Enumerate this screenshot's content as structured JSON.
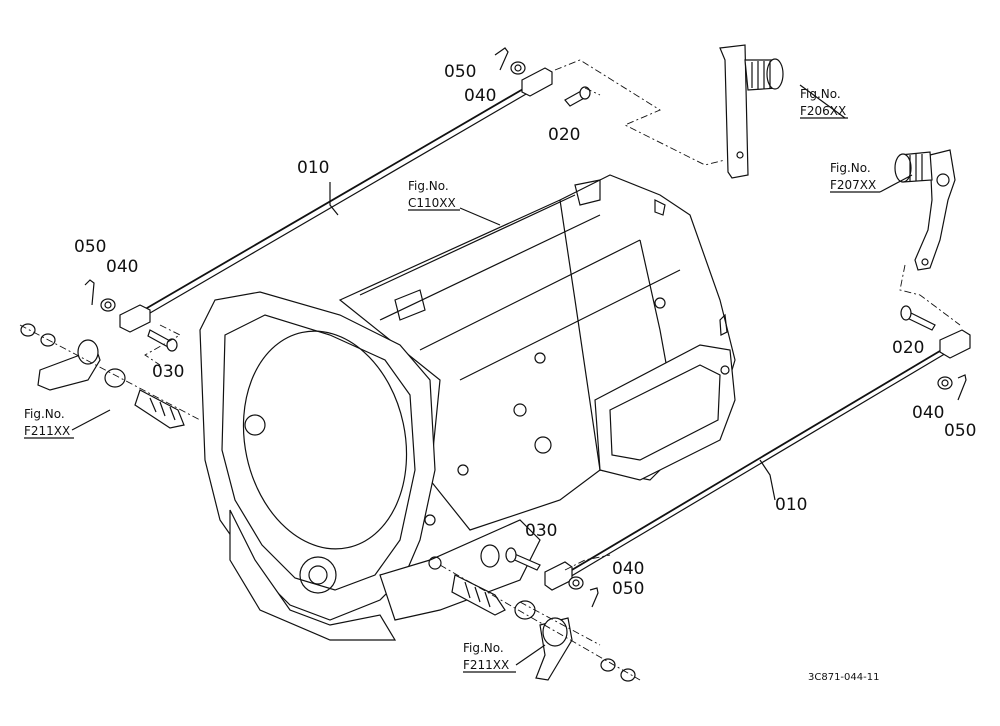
{
  "parts": {
    "p010_top": "010",
    "p010_right": "010",
    "p020_top": "020",
    "p020_right": "020",
    "p030_left": "030",
    "p030_bottom": "030",
    "p040_top": "040",
    "p040_left": "040",
    "p040_right": "040",
    "p040_bottom": "040",
    "p050_top": "050",
    "p050_left": "050",
    "p050_right": "050",
    "p050_bottom": "050"
  },
  "figures": {
    "f206": {
      "label": "Fig.No.",
      "code": "F206XX"
    },
    "f207": {
      "label": "Fig.No.",
      "code": "F207XX"
    },
    "c110": {
      "label": "Fig.No.",
      "code": "C110XX"
    },
    "f211_left": {
      "label": "Fig.No.",
      "code": "F211XX"
    },
    "f211_bottom": {
      "label": "Fig.No.",
      "code": "F211XX"
    }
  },
  "drawing_code": "3C871-044-11"
}
